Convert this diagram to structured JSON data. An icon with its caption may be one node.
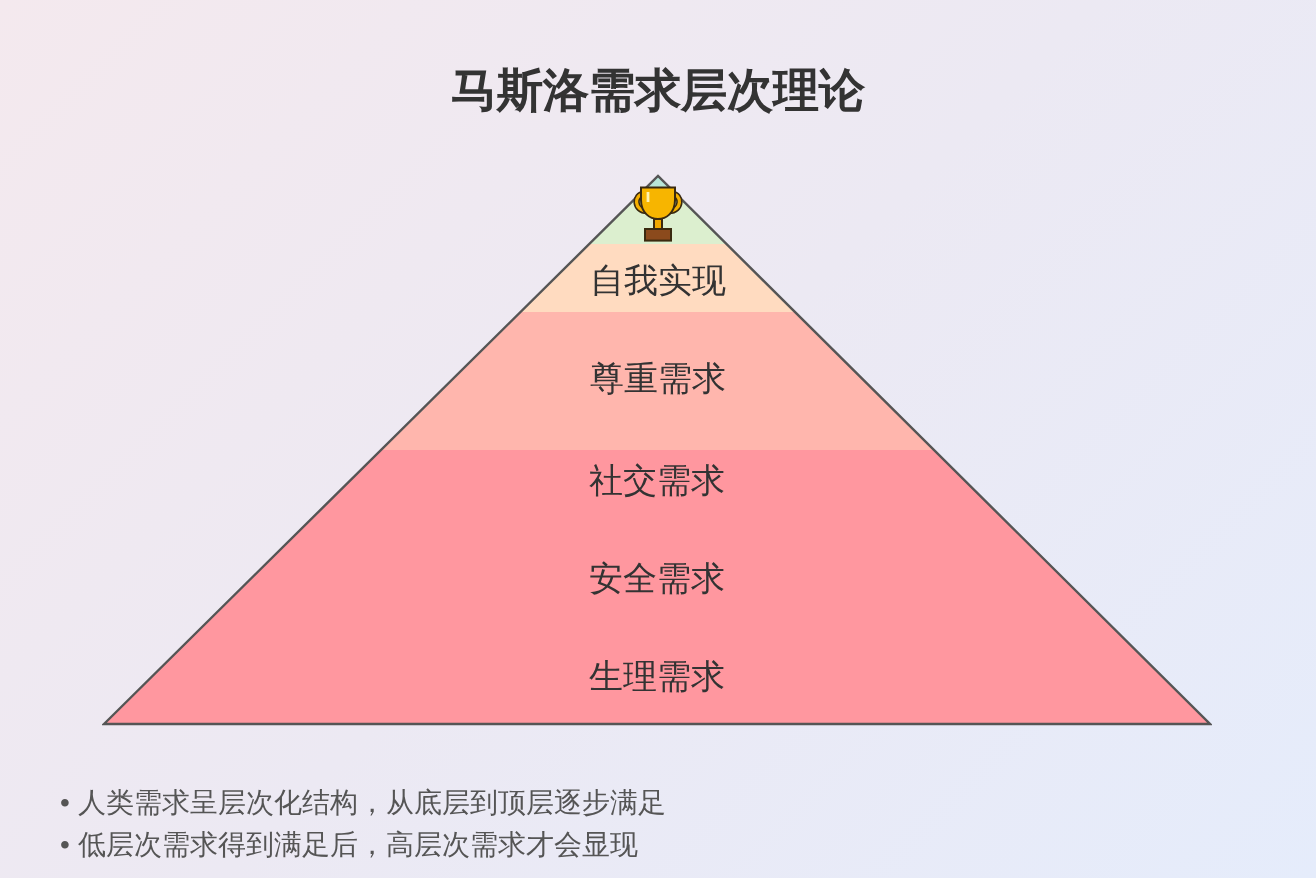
{
  "diagram": {
    "title": "马斯洛需求层次理论",
    "nodes": [
      {
        "text": [],
        "shape": "triangle"
      },
      {
        "text": [
          "自我实现"
        ]
      },
      {
        "text": [
          "尊重需求"
        ]
      },
      {
        "text": [
          "社交需求"
        ]
      },
      {
        "text": [
          "安全需求"
        ]
      },
      {
        "text": [
          "生理需求"
        ]
      }
    ],
    "labels": [
      "• 人类需求呈层次化结构，从底层到顶层逐步满足",
      "• 低层次需求得到满足后，高层次需求才会显现"
    ]
  }
}
